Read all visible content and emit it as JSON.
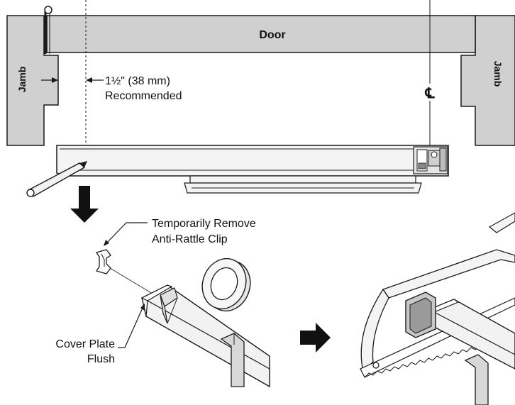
{
  "labels": {
    "door": "Door",
    "jamb_left": "Jamb",
    "jamb_right": "Jamb",
    "dimension_line1": "1½\" (38 mm)",
    "dimension_line2": "Recommended",
    "centerline_symbol": "℄",
    "remove_clip_line1": "Temporarily Remove",
    "remove_clip_line2": "Anti-Rattle Clip",
    "cover_plate_line1": "Cover Plate",
    "cover_plate_line2": "Flush"
  },
  "colors": {
    "fill_gray": "#d0d0d0",
    "stroke": "#1a1a1a",
    "bar_fill": "#f2f2f2",
    "arrow": "#111111"
  },
  "icons": [
    "down-arrow-icon",
    "right-arrow-icon",
    "pencil-icon",
    "tape-roll-icon",
    "hacksaw-icon",
    "anti-rattle-clip-icon"
  ]
}
